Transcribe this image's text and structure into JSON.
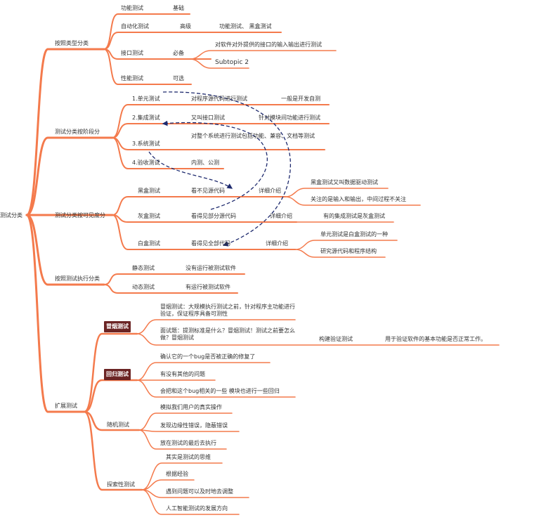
{
  "root": "测试分类",
  "type": {
    "title": "按照类型分类",
    "functional": {
      "label": "功能测试",
      "note": "基础"
    },
    "automation": {
      "label": "自动化测试",
      "note": "高级",
      "extra": "功能测试、 黑盒测试"
    },
    "interface": {
      "label": "接口测试",
      "note": "必备",
      "desc": "对软件对外提供的接口的输入输出进行测试",
      "subtopic": "Subtopic 2"
    },
    "performance": {
      "label": "性能测试",
      "note": "可选"
    }
  },
  "stage": {
    "title": "测试分类按阶段分",
    "unit": {
      "label": "1.单元测试",
      "desc": "对程序源代码进行测试",
      "note": "一般是开发自测"
    },
    "integration": {
      "label": "2.集成测试",
      "desc": "又叫接口测试",
      "note": "针对模块间功能进行测试"
    },
    "system": {
      "label": "3.系统测试",
      "desc": "对整个系统进行测试包括功能、兼容、文档等测试"
    },
    "acceptance": {
      "label": "4.验收测试",
      "desc": "内测、公测"
    }
  },
  "visibility": {
    "title": "测试分类按可见度分",
    "black": {
      "label": "黑盒测试",
      "desc": "看不见源代码",
      "detail": "详细介绍",
      "points": [
        "黑盒测试又叫数据驱动测试",
        "关注的是输入和输出，中间过程不关注"
      ]
    },
    "gray": {
      "label": "灰盒测试",
      "desc": "看得见部分源代码",
      "detail": "详细介绍",
      "point": "有的集成测试是灰盒测试"
    },
    "white": {
      "label": "白盒测试",
      "desc": "看得见全部代码",
      "detail": "详细介绍",
      "points": [
        "单元测试是白盒测试的一种",
        "研究源代码和程序结构"
      ]
    }
  },
  "execution": {
    "title": "按照测试执行分类",
    "static": {
      "label": "静态测试",
      "desc": "没有运行被测试软件"
    },
    "dynamic": {
      "label": "动态测试",
      "desc": "有运行被测试软件"
    }
  },
  "extended": {
    "title": "扩展测试",
    "smoke": {
      "label": "冒烟测试",
      "desc1": "冒烟测试：大规模执行测试之前，针对程序主功能进行验证，保证程序具备可测性",
      "desc2": "面试题：提测标准是什么？冒烟测试！测试之前要怎么做？冒烟测试",
      "bvt": "构建验证测试",
      "bvt_desc": "用于验证软件的基本功能是否正常工作。"
    },
    "regression": {
      "label": "回归测试",
      "items": [
        "确认它的一个bug是否被正确的修复了",
        "有没有其他的问题",
        "会把和这个bug相关的一些 模块也进行一些回归"
      ]
    },
    "random": {
      "label": "随机测试",
      "items": [
        "模拟我们用户的真实操作",
        "发现边缘性错误，隐蔽错误",
        "放在测试的最后去执行"
      ]
    },
    "exploratory": {
      "label": "探索性测试",
      "items": [
        "其实是测试的思维",
        "根据经验",
        "遇到问题可以及时地去调整",
        "人工智能测试的发展方向"
      ]
    }
  },
  "colors": {
    "branch": "#f47a4c",
    "arrow": "#1e2a6e",
    "badge": "#6b2424"
  }
}
